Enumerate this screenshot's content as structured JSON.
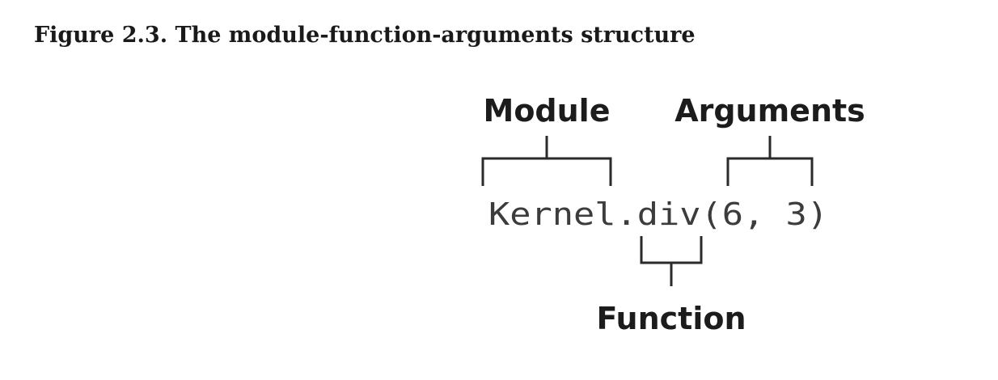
{
  "caption": "Figure 2.3. The module-function-arguments structure",
  "diagram": {
    "code": "Kernel.div(6, 3)",
    "labels": {
      "module": "Module",
      "arguments": "Arguments",
      "function": "Function"
    }
  }
}
